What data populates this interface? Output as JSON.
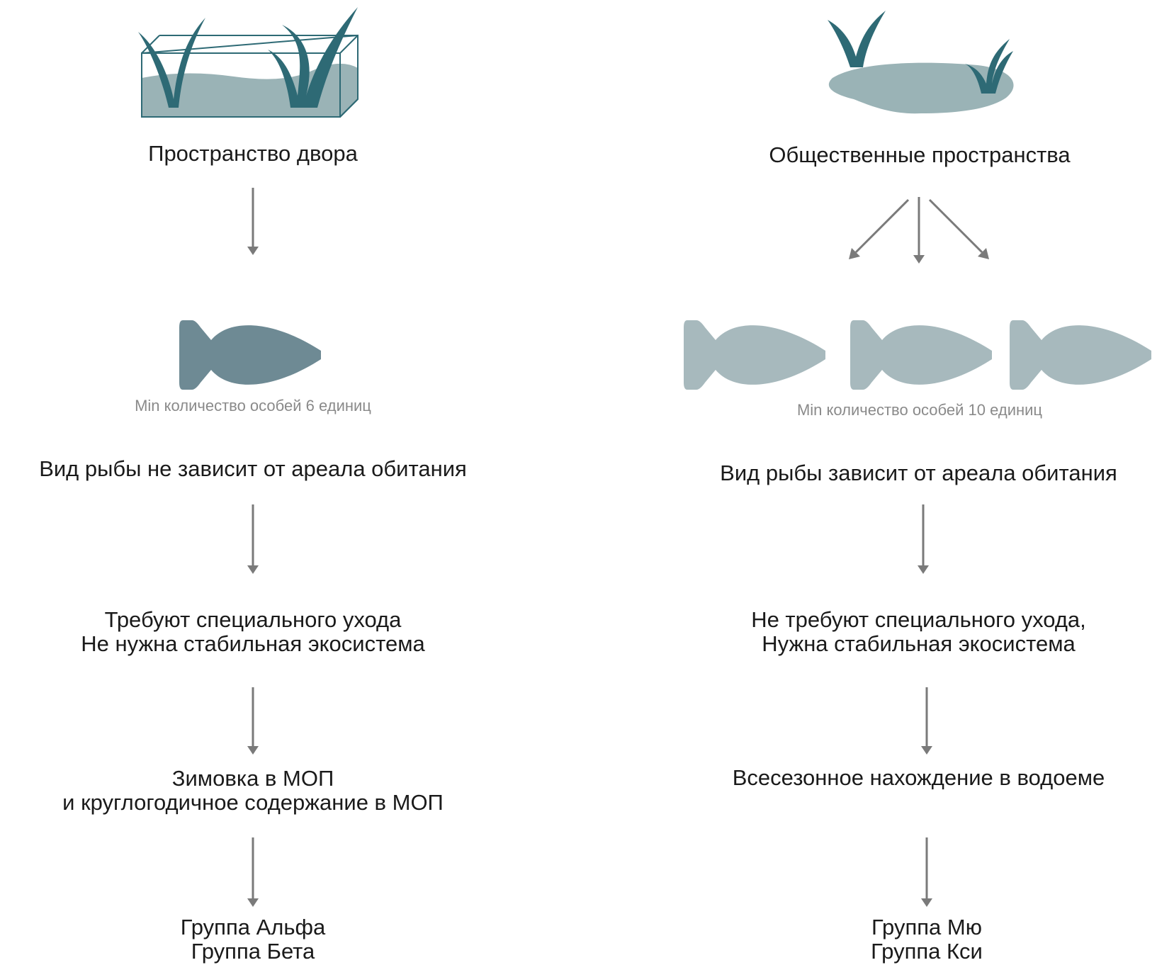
{
  "colors": {
    "teal_dark": "#2e6a75",
    "water": "#9ab3b6",
    "fish_dark": "#6e8a94",
    "fish_light": "#a7b9bd",
    "arrow": "#7a7a7a"
  },
  "left": {
    "heading": "Пространство двора",
    "count_note": "Min количество особей 6 единиц",
    "step1": "Вид рыбы не зависит от ареала обитания",
    "step2": [
      "Требуют специального ухода",
      "Не нужна стабильная экосистема"
    ],
    "step3": [
      "Зимовка в МОП",
      "и круглогодичное содержание в МОП"
    ],
    "result": [
      "Группа Альфа",
      "Группа Бета"
    ]
  },
  "right": {
    "heading": "Общественные пространства",
    "count_note": "Min количество особей 10 единиц",
    "step1": "Вид рыбы зависит от ареала обитания",
    "step2": [
      "Не требуют специального ухода,",
      "Нужна стабильная экосистема"
    ],
    "step3": "Всесезонное нахождение в водоеме",
    "result": [
      "Группа Мю",
      "Группа Кси"
    ]
  }
}
